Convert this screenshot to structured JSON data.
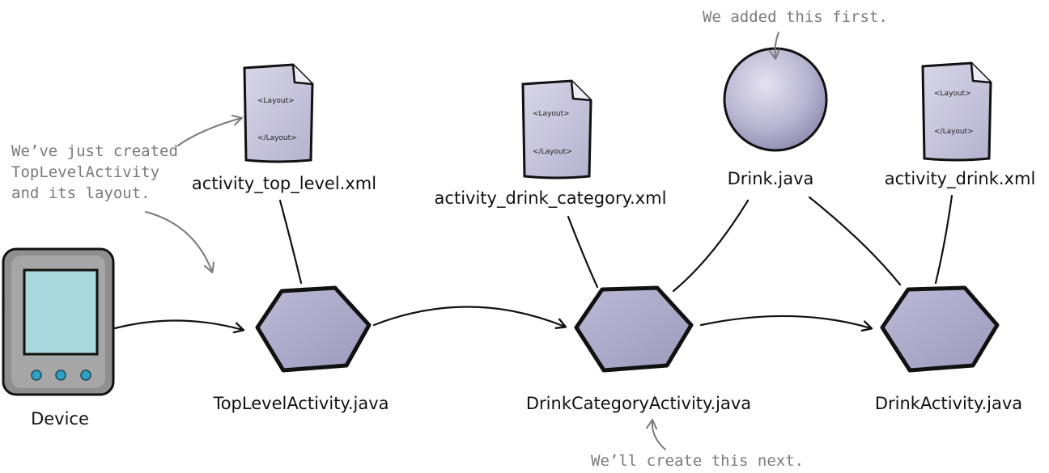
{
  "files": {
    "activity_top_level": "activity_top_level.xml",
    "activity_drink_category": "activity_drink_category.xml",
    "drink_java": "Drink.java",
    "activity_drink": "activity_drink.xml"
  },
  "activities": {
    "top_level": "TopLevelActivity.java",
    "drink_category": "DrinkCategoryActivity.java",
    "drink": "DrinkActivity.java"
  },
  "device_label": "Device",
  "layout_tag_open": "<Layout>",
  "layout_tag_close": "</Layout>",
  "annotations": {
    "created_line1": "We’ve just created",
    "created_line2": "TopLevelActivity",
    "created_line3": "and its layout.",
    "added_first": "We added this first.",
    "create_next": "We’ll create this next."
  },
  "colors": {
    "shape_fill": "#a8a6c6",
    "shape_light": "#d2d0e4",
    "outline": "#111111",
    "annotation": "#7a7a7a",
    "device_body": "#8f8f8f",
    "device_screen": "#a9d9dc",
    "device_button": "#2f9fc4"
  }
}
